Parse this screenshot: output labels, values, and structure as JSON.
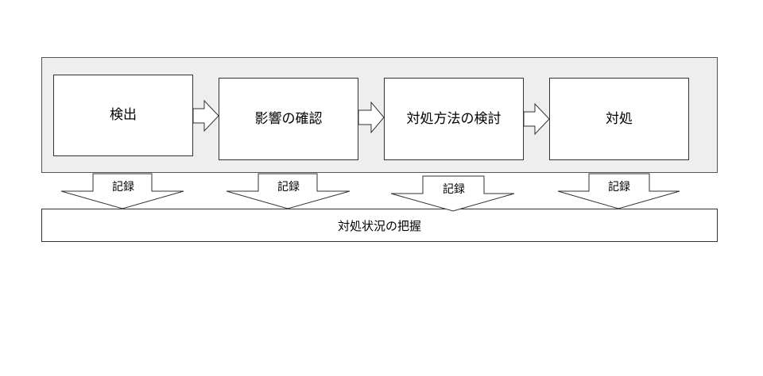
{
  "steps": [
    {
      "label": "検出"
    },
    {
      "label": "影響の確認"
    },
    {
      "label": "対処方法の検討"
    },
    {
      "label": "対処"
    }
  ],
  "record_label": "記録",
  "bottom_label": "対処状況の把握",
  "colors": {
    "panel_bg": "#eeeeee",
    "border": "#333333",
    "box_bg": "#ffffff"
  }
}
